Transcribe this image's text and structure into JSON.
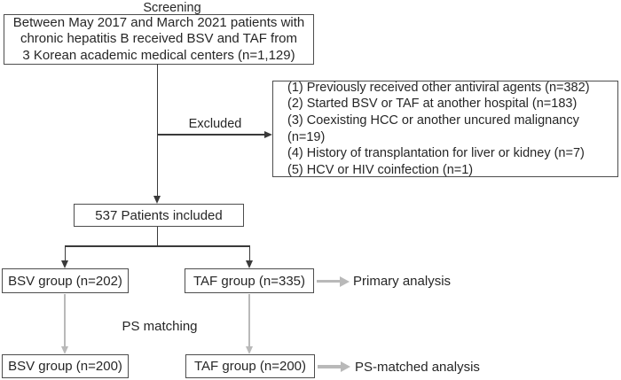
{
  "flow": {
    "screening_label": "Screening",
    "screening_box": {
      "lines": [
        "Between May 2017 and March 2021 patients with",
        "chronic hepatitis B received BSV and TAF from",
        "3 Korean academic medical centers (n=1,129)"
      ]
    },
    "excluded_label": "Excluded",
    "excluded_box": {
      "items": [
        "(1) Previously received other antiviral agents (n=382)",
        "(2) Started BSV or TAF at another hospital (n=183)",
        "(3) Coexisting HCC or another uncured malignancy (n=19)",
        "(4) History of transplantation for liver or kidney (n=7)",
        "(5) HCV or HIV coinfection (n=1)"
      ]
    },
    "included_box": "537 Patients included",
    "bsv_group_box": "BSV group (n=202)",
    "taf_group_box": "TAF group (n=335)",
    "primary_analysis_label": "Primary analysis",
    "ps_matching_label": "PS matching",
    "bsv_matched_box": "BSV group (n=200)",
    "taf_matched_box": "TAF group (n=200)",
    "ps_matched_analysis_label": "PS-matched analysis"
  },
  "colors": {
    "background": "#ffffff",
    "box_border": "#4d4d4d",
    "dark_line": "#3a3a3a",
    "gray_line": "#b9b9b9",
    "text": "#262626"
  }
}
